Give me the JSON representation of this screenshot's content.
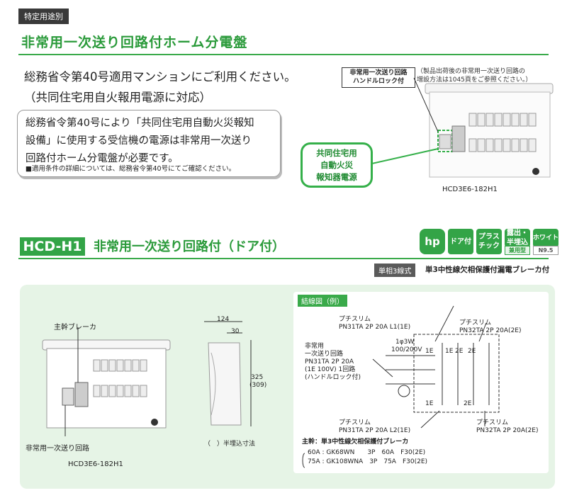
{
  "header": {
    "tag": "特定用途別",
    "title": "非常用一次送り回路付ホーム分電盤"
  },
  "intro": {
    "line1": "総務省令第40号適用マンションにご利用ください。",
    "line2": "（共同住宅用自火報用電源に対応）"
  },
  "note": {
    "line1": "総務省令第40号により「共同住宅用自動火災報知",
    "line2": "設備」に使用する受信機の電源は非常用一次送り",
    "line3": "回路付ホーム分電盤が必要です。",
    "small": "■適用条件の詳細については、総務省令第40号にてご確認ください。"
  },
  "callouts": {
    "fire_line1": "共同住宅用",
    "fire_line2": "自動火災",
    "fire_line3": "報知器電源",
    "lock_line1": "非常用一次送り回路",
    "lock_line2": "ハンドルロック付",
    "topnote_line1": "（製品出荷後の非常用一次送り回路の",
    "topnote_line2": "増設方法は1045頁をご参照ください。）",
    "model": "HCD3E6-182H1"
  },
  "section2": {
    "code": "HCD-H1",
    "title": "非常用一次送り回路付（ドア付）",
    "badges": {
      "logo": "hp",
      "door": "ドア付",
      "plastic_1": "プラス",
      "plastic_2": "チック",
      "mount_1": "露出・",
      "mount_2": "半埋込",
      "mount_sub": "兼用型",
      "white": "ホワイト",
      "white_sub": "N9.5"
    },
    "phase": "単相3線式",
    "breaker_type": "単3中性線欠相保護付漏電ブレーカ付"
  },
  "drawing": {
    "main_breaker": "主幹ブレーカ",
    "emergency_circuit": "非常用一次送り回路",
    "model": "HCD3E6-182H1",
    "dim_depth": "124",
    "dim_door": "30",
    "dim_height": "325",
    "dim_height_semi": "(309)",
    "semi_note": "（　）半埋込寸法"
  },
  "wiring": {
    "label": "結線図（例）",
    "top_left_1": "プチスリム",
    "top_left_2": "PN31TA 2P 20A L1(1E)",
    "top_right_1": "プチスリム",
    "top_right_2": "PN32TA 2P 20A(2E)",
    "supply_1": "1φ3W",
    "supply_2": "100/200V",
    "emerg_1": "非常用",
    "emerg_2": "一次送り回路",
    "emerg_3": "PN31TA 2P 20A",
    "emerg_4": "(1E 100V) 1回路",
    "emerg_5": "(ハンドルロック付)",
    "e1": "1E",
    "e2": "1E",
    "e3": "2E",
    "e4": "2E",
    "e5": "1E",
    "e6": "2E",
    "bottom_left_1": "プチスリム",
    "bottom_left_2": "PN31TA 2P 20A L2(1E)",
    "bottom_right_1": "プチスリム",
    "bottom_right_2": "PN32TA 2P 20A(2E)",
    "main_note": "主幹：単3中性線欠相保護付ブレーカ",
    "row60": "60A : GK68WN　　3P　60A　F30(2E)",
    "row75": "75A : GK108WNA　3P　75A　F30(2E)"
  }
}
